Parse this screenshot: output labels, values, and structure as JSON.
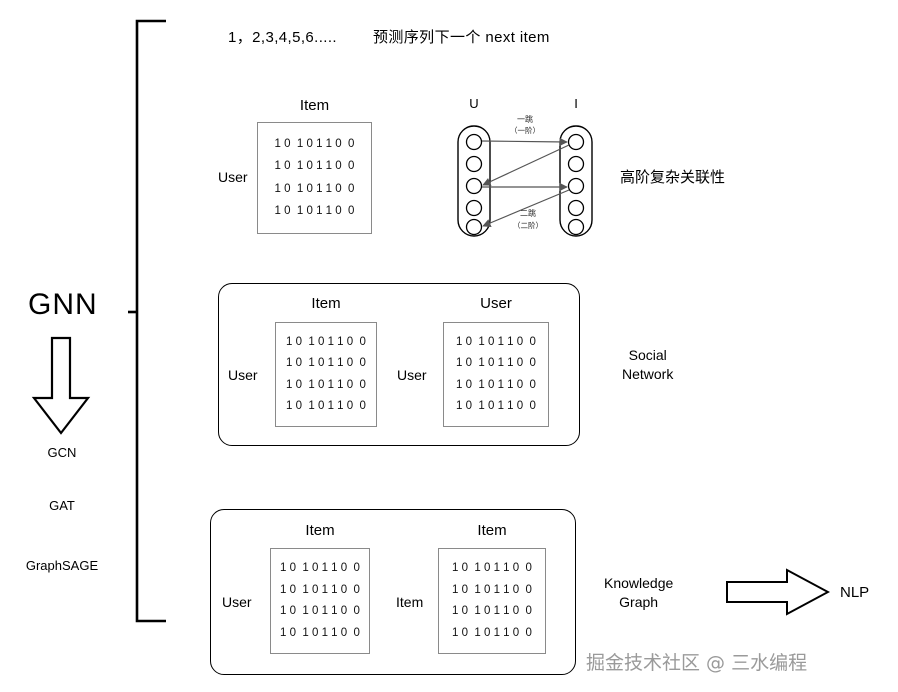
{
  "headline": {
    "sequence": "1，2,3,4,5,6.....",
    "task": "预测序列下一个  next item"
  },
  "gnn": {
    "title": "GNN",
    "arrow_icon": "down-arrow-icon",
    "models": [
      "GCN",
      "GAT",
      "GraphSAGE"
    ]
  },
  "bracket": {
    "icon": "left-brace-icon"
  },
  "matrix_row": "1 0  1 0 1 1 0  0",
  "row1": {
    "matrix": {
      "top_label": "Item",
      "left_label": "User",
      "rows": [
        "1 0  1 0 1 1 0  0",
        "1 0  1 0 1 1 0  0",
        "1 0  1 0 1 1 0  0",
        "1 0  1 0 1 1 0  0"
      ]
    },
    "bipartite": {
      "left_label": "U",
      "right_label": "I",
      "left_nodes": 5,
      "right_nodes": 5,
      "hop1_label": "一跳",
      "hop1_sub": "（一阶）",
      "hop2_label": "二跳",
      "hop2_sub": "（二阶）",
      "edges": [
        {
          "from": "U1",
          "to": "I1"
        },
        {
          "from": "I1",
          "to": "U3"
        },
        {
          "from": "U3",
          "to": "I3"
        },
        {
          "from": "I3",
          "to": "U5"
        }
      ]
    },
    "annotation": "高阶复杂关联性"
  },
  "social": {
    "matrix_a": {
      "top_label": "Item",
      "left_label": "User",
      "rows": [
        "1 0  1 0 1 1 0  0",
        "1 0  1 0 1 1 0  0",
        "1 0  1 0 1 1 0  0",
        "1 0  1 0 1 1 0  0"
      ]
    },
    "matrix_b": {
      "top_label": "User",
      "left_label": "User",
      "rows": [
        "1 0  1 0 1 1 0  0",
        "1 0  1 0 1 1 0  0",
        "1 0  1 0 1 1 0  0",
        "1 0  1 0 1 1 0  0"
      ]
    },
    "annotation_line1": "Social",
    "annotation_line2": "Network"
  },
  "knowledge": {
    "matrix_a": {
      "top_label": "Item",
      "left_label": "User",
      "rows": [
        "1 0  1 0 1 1 0  0",
        "1 0  1 0 1 1 0  0",
        "1 0  1 0 1 1 0  0",
        "1 0  1 0 1 1 0  0"
      ]
    },
    "matrix_b": {
      "top_label": "Item",
      "left_label": "Item",
      "rows": [
        "1 0  1 0 1 1 0  0",
        "1 0  1 0 1 1 0  0",
        "1 0  1 0 1 1 0  0",
        "1 0  1 0 1 1 0  0"
      ]
    },
    "annotation_line1": "Knowledge",
    "annotation_line2": "Graph",
    "arrow_icon": "right-arrow-icon",
    "target": "NLP"
  },
  "watermark": "掘金技术社区 @ 三水编程",
  "colors": {
    "stroke": "#000000",
    "matrix_border": "#8a8a8a",
    "watermark": "#9a9a9a",
    "background": "#ffffff"
  }
}
